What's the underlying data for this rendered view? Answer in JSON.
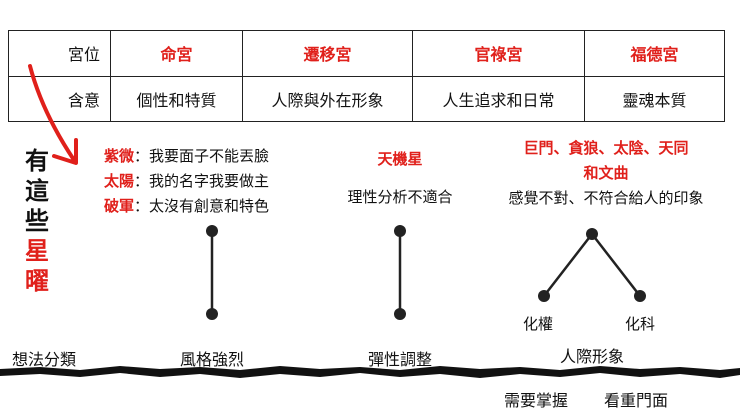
{
  "table": {
    "row1": {
      "header": "宮位",
      "cells": [
        "命宮",
        "遷移宮",
        "官祿宮",
        "福德宮"
      ]
    },
    "row2": {
      "header": "含意",
      "cells": [
        "個性和特質",
        "人際與外在形象",
        "人生追求和日常",
        "靈魂本質"
      ]
    }
  },
  "side_title": {
    "black": "有這些",
    "red": "星曜"
  },
  "groups": [
    {
      "lines": [
        {
          "star": "紫微",
          "text": "：我要面子不能丟臉"
        },
        {
          "star": "太陽",
          "text": "：我的名字我要做主"
        },
        {
          "star": "破軍",
          "text": "：太沒有創意和特色"
        }
      ]
    },
    {
      "star": "天機星",
      "text": "理性分析不適合"
    },
    {
      "star_line1": "巨門、貪狼、太陰、天同",
      "star_line2": "和文曲",
      "text": "感覺不對、不符合給人的印象"
    }
  ],
  "branch_labels": [
    "化權",
    "化科"
  ],
  "bottom_labels": [
    "想法分類",
    "風格強烈",
    "彈性調整",
    "人際形象"
  ],
  "footer_labels": [
    "需要掌握",
    "看重門面"
  ],
  "colors": {
    "accent": "#e0201b",
    "ink": "#111111"
  }
}
